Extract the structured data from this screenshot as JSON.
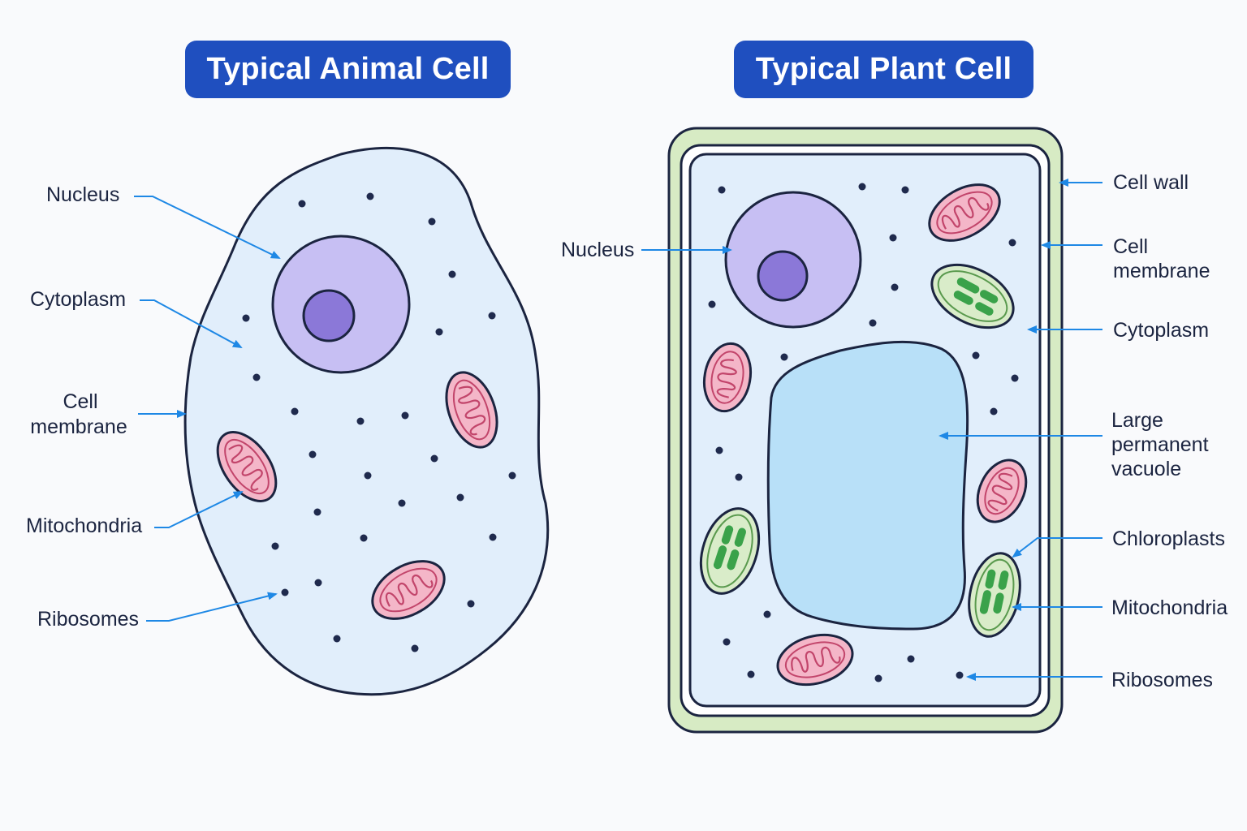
{
  "animal": {
    "title": "Typical Animal Cell",
    "labels": {
      "nucleus": "Nucleus",
      "cytoplasm": "Cytoplasm",
      "membrane_1": "Cell",
      "membrane_2": "membrane",
      "mitochondria": "Mitochondria",
      "ribosomes": "Ribosomes"
    }
  },
  "plant": {
    "title": "Typical Plant Cell",
    "labels": {
      "nucleus": "Nucleus",
      "cell_wall": "Cell wall",
      "membrane_1": "Cell",
      "membrane_2": "membrane",
      "cytoplasm": "Cytoplasm",
      "vacuole_1": "Large",
      "vacuole_2": "permanent",
      "vacuole_3": "vacuole",
      "chloroplasts": "Chloroplasts",
      "mitochondria": "Mitochondria",
      "ribosomes": "Ribosomes"
    }
  },
  "colors": {
    "title_bg": "#1f4fbf",
    "arrow": "#1e88e5",
    "outline": "#1b2440",
    "cytoplasm": "#e1eefb",
    "nucleus": "#c7bff3",
    "nucleolus": "#8b78d8",
    "mitochondria": "#f4b6c8",
    "chloroplast": "#d9ecc9",
    "chloroplast_grana": "#3aa24a",
    "cell_wall": "#d7ebc4",
    "vacuole": "#b8e0f8"
  }
}
